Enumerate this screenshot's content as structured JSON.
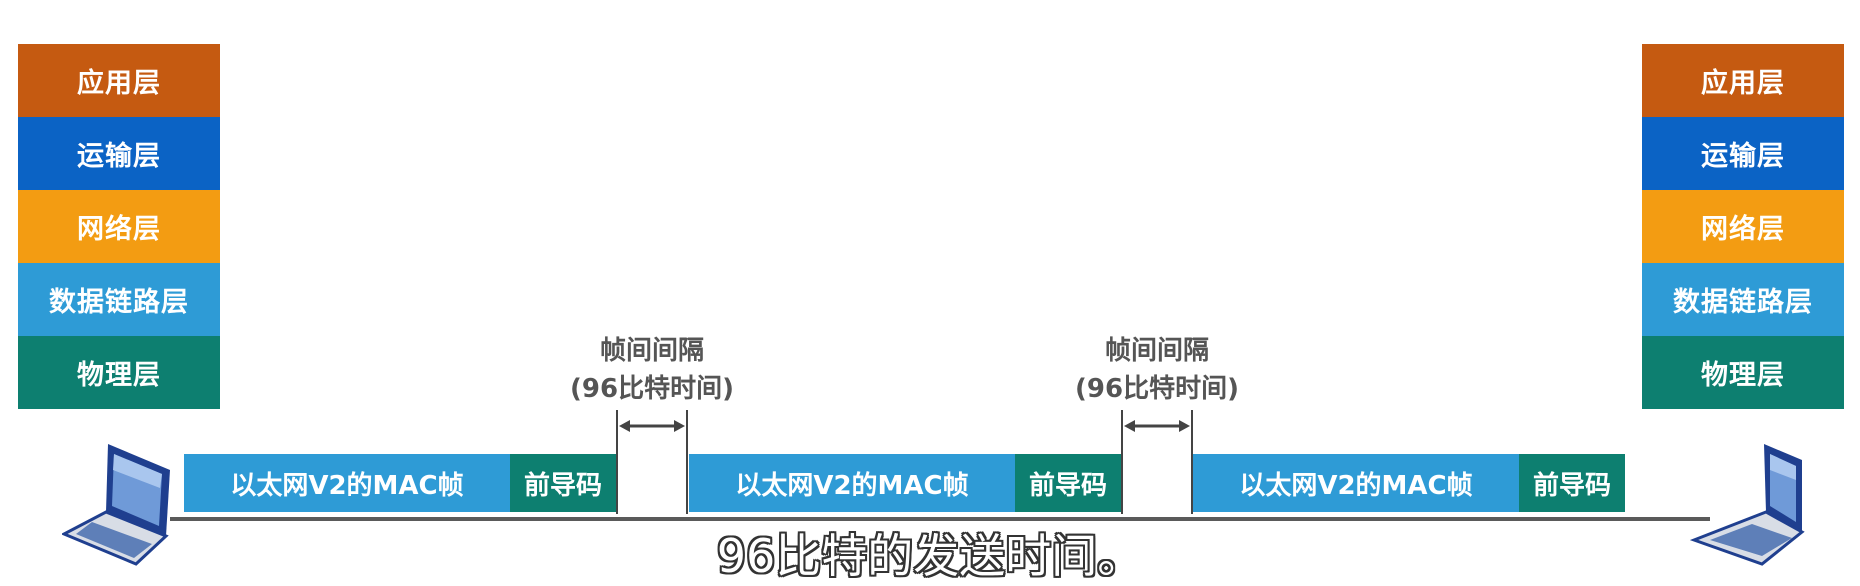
{
  "left_stack": {
    "layers": [
      "应用层",
      "运输层",
      "网络层",
      "数据链路层",
      "物理层"
    ]
  },
  "right_stack": {
    "layers": [
      "应用层",
      "运输层",
      "网络层",
      "数据链路层",
      "物理层"
    ]
  },
  "frames": [
    {
      "mac_label": "以太网V2的MAC帧",
      "preamble_label": "前导码"
    },
    {
      "mac_label": "以太网V2的MAC帧",
      "preamble_label": "前导码"
    },
    {
      "mac_label": "以太网V2的MAC帧",
      "preamble_label": "前导码"
    }
  ],
  "gaps": [
    {
      "title": "帧间间隔",
      "detail": "(96比特时间)"
    },
    {
      "title": "帧间间隔",
      "detail": "(96比特时间)"
    }
  ],
  "subtitle": "96比特的发送时间。",
  "colors": {
    "application": "#c55a11",
    "transport": "#0b63c5",
    "network": "#f39c12",
    "datalink": "#2e9bd6",
    "physical": "#0d7f70",
    "cable": "#5a5a5a"
  },
  "icons": [
    "laptop-icon",
    "double-arrow-icon"
  ]
}
